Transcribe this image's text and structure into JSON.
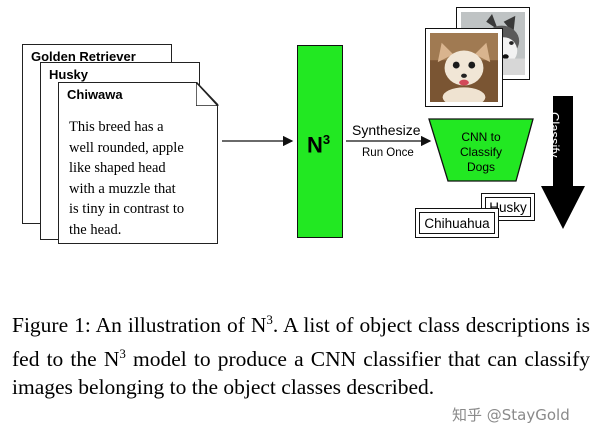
{
  "documents": [
    {
      "title": "Golden Retriever"
    },
    {
      "title": "Husky"
    },
    {
      "title": "Chiwawa",
      "lines": [
        "This breed has a",
        "well rounded, apple",
        "like shaped head",
        "with a muzzle that",
        "is tiny in contrast to",
        "the head."
      ]
    }
  ],
  "model": {
    "name": "N",
    "superscript": "3"
  },
  "arrow_labels": {
    "synthesize": "Synthesize",
    "run_once": "Run Once"
  },
  "cnn_block": {
    "lines": [
      "CNN to",
      "Classify",
      "Dogs"
    ]
  },
  "classify_label": "Classify",
  "output_labels": {
    "front": "Chihuahua",
    "back": "Husky"
  },
  "caption": {
    "part1": "Figure 1:  An illustration of N",
    "sup1": "3",
    "part2": ".  A list of object class descriptions is fed to the N",
    "sup2": "3",
    "part3": " model to produce a CNN classifier that can classify images belonging to the object classes described."
  },
  "watermark": "知乎 @StayGold"
}
